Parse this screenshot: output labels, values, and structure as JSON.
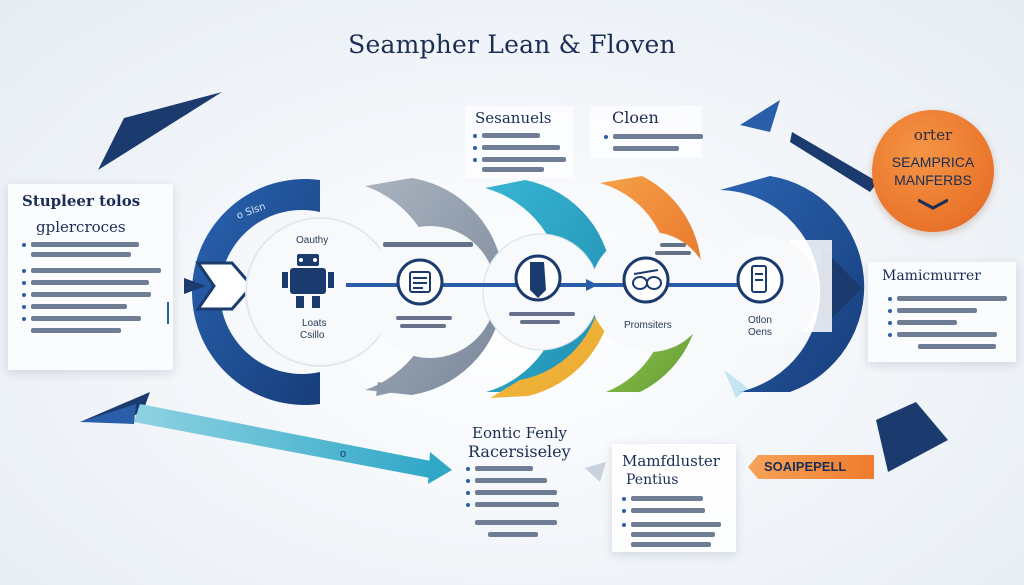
{
  "title": "Seampher Lean & Floven",
  "left_panel": {
    "title_line1": "Stupleer tolos",
    "title_line2": "gplercroces",
    "line_count": 8
  },
  "top_box_a": {
    "title": "Sesanuels"
  },
  "top_box_b": {
    "title": "Cloen"
  },
  "orange_badge": {
    "line1": "orter",
    "line2": "SEAMPRICA",
    "line3": "MANFERBS"
  },
  "right_panel": {
    "title": "Mamicmurrer"
  },
  "stage_labels": {
    "stage1_top": "Oauthy",
    "stage1_bottom1": "Loats",
    "stage1_bottom2": "Csillo",
    "stage4": "Promsiters",
    "stage5_line1": "Otlon",
    "stage5_line2": "Oens"
  },
  "arrow_label": "o",
  "bottom_box_a": {
    "title_line1": "Eontic Fenly",
    "title_line2": "Racersiseley"
  },
  "bottom_box_b": {
    "title_line1": "Mamfdluster",
    "title_line2": "Pentius"
  },
  "orange_tag": "SOAIPEPELL",
  "colors": {
    "navy": "#1b3a6e",
    "blue": "#2b62ad",
    "gray": "#8c99a8",
    "teal": "#29a3c4",
    "orange": "#ef8a2e",
    "yellow": "#f2b637",
    "green": "#7fb440"
  },
  "icons": [
    "robot-icon",
    "document-icon",
    "pencil-icon",
    "goggles-icon",
    "clipboard-icon"
  ]
}
